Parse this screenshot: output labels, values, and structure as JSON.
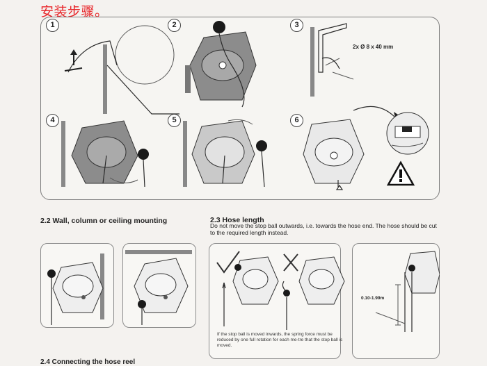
{
  "header": {
    "title": "安装步骤。"
  },
  "steps": [
    "1",
    "2",
    "3",
    "4",
    "5",
    "6"
  ],
  "step3": {
    "screw_note": "2x Ø 8 x 40 mm"
  },
  "section_22": {
    "title": "2.2 Wall, column or ceiling mounting"
  },
  "section_23": {
    "title": "2.3 Hose length",
    "body": "Do not move the stop ball outwards, i.e. towards the hose end. The hose should be cut to the required length instead.",
    "caption": "If the stop ball is moved inwards, the spring force must be reduced by one full rotation for each me-tre that the stop ball is moved.",
    "measurement": "0.10-1.99m"
  },
  "section_24": {
    "title": "2.4 Connecting the hose reel"
  }
}
